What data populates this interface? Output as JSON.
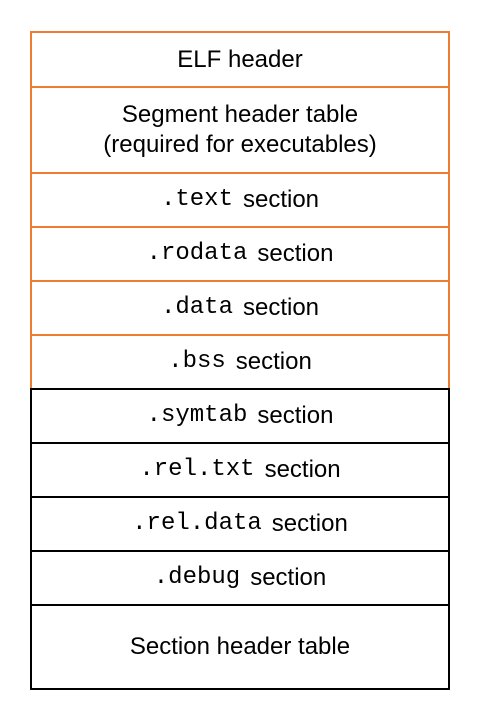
{
  "diagram": {
    "colors": {
      "loaded_border": "#ed7d31",
      "other_border": "#000000"
    },
    "elf_header": "ELF header",
    "segment_header_table": {
      "line1": "Segment header table",
      "line2": "(required for executables)"
    },
    "section_word": "section",
    "sections": [
      {
        "name": ".text"
      },
      {
        "name": ".rodata"
      },
      {
        "name": ".data"
      },
      {
        "name": ".bss"
      },
      {
        "name": ".symtab"
      },
      {
        "name": ".rel.txt"
      },
      {
        "name": ".rel.data"
      },
      {
        "name": ".debug"
      }
    ],
    "section_header_table": "Section header table"
  }
}
